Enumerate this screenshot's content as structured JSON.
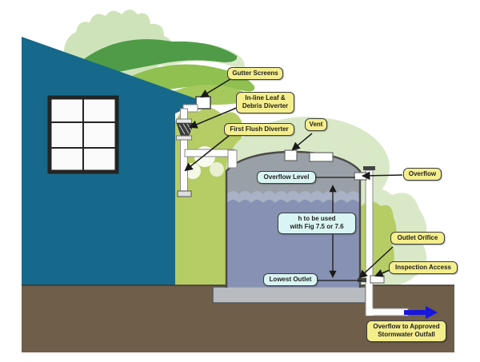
{
  "diagram": {
    "labels": {
      "gutter_screens": "Gutter Screens",
      "inline_leaf_debris_diverter": "In-line Leaf &\nDebris Diverter",
      "first_flush_diverter": "First Flush Diverter",
      "vent": "Vent",
      "overflow": "Overflow",
      "overflow_level": "Overflow Level",
      "h_measurement": "h to be used\nwith Fig 7.5 or 7.6",
      "lowest_outlet": "Lowest Outlet",
      "outlet_orifice": "Outlet Orifice",
      "inspection_access": "Inspection Access",
      "stormwater_outfall": "Overflow to Approved\nStormwater Outfall"
    },
    "colors": {
      "house": "#16698b",
      "tank_body": "#9aa0a7",
      "water": "#8791b3",
      "water_light": "#a9b2c6",
      "ground": "#6f5e4a",
      "slab": "#b8bcc0",
      "bush_bright": "#b6cd66",
      "bush_pale": "#d9e9c8",
      "frond_dark": "#4f9b47",
      "frond_bright": "#8fc050",
      "leaf_pale": "#cfe3ba",
      "label_yellow": "#f4ee8d",
      "label_cyan": "#d9f5f3",
      "pipe_white": "#fdfdfd",
      "flow_arrow_blue": "#1616dd"
    }
  }
}
